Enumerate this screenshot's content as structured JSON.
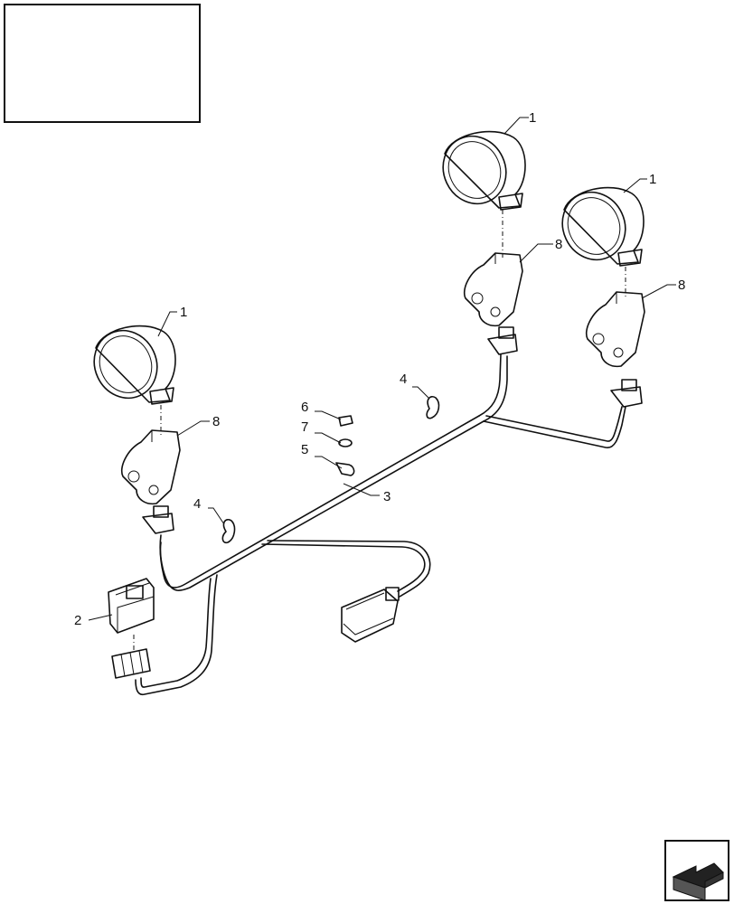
{
  "callouts": {
    "lamp_top": "1",
    "lamp_right": "1",
    "lamp_left": "1",
    "switch": "2",
    "harness": "3",
    "tie_center": "4",
    "tie_left": "4",
    "clip": "5",
    "nut": "6",
    "washer": "7",
    "bracket_top": "8",
    "bracket_right": "8",
    "bracket_left": "8"
  },
  "icons": {
    "navigation": "arrow-icon"
  }
}
